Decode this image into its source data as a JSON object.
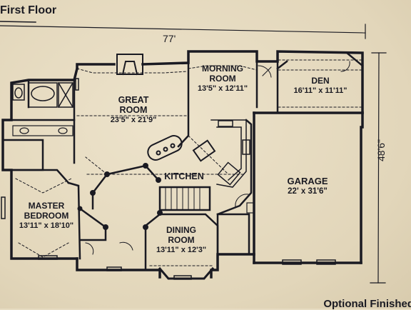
{
  "title": "First Floor",
  "dimensions": {
    "width": "77'",
    "depth": "48'6\""
  },
  "rooms": {
    "morning_room": {
      "name1": "MORNING",
      "name2": "ROOM",
      "size": "13'5\" x 12'11\""
    },
    "den": {
      "name": "DEN",
      "size": "16'11\" x 11'11\""
    },
    "great_room": {
      "name1": "GREAT",
      "name2": "ROOM",
      "size": "23'5\" x 21'9\""
    },
    "kitchen": {
      "name": "KITCHEN"
    },
    "garage": {
      "name": "GARAGE",
      "size": "22' x 31'6\""
    },
    "master_bedroom": {
      "name1": "MASTER",
      "name2": "BEDROOM",
      "size": "13'11\" x 18'10\""
    },
    "dining_room": {
      "name1": "DINING",
      "name2": "ROOM",
      "size": "13'11\" x 12'3\""
    }
  },
  "footer": "Optional Finished",
  "colors": {
    "paper": "#e7dcc2",
    "ink": "#1a1a22"
  }
}
